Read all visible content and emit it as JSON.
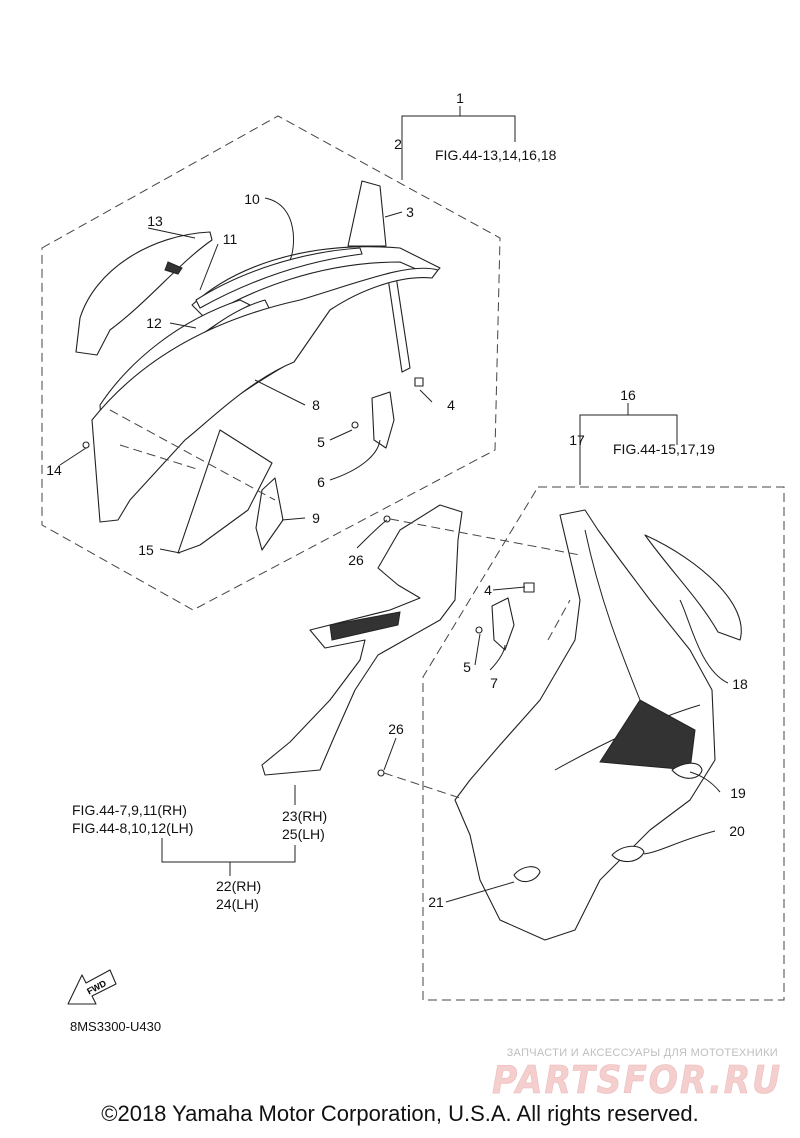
{
  "diagram": {
    "callouts": {
      "c1": "1",
      "c2": "2",
      "c3": "3",
      "c4a": "4",
      "c4b": "4",
      "c5a": "5",
      "c5b": "5",
      "c6": "6",
      "c7": "7",
      "c8": "8",
      "c9": "9",
      "c10": "10",
      "c11": "11",
      "c12": "12",
      "c13": "13",
      "c14": "14",
      "c15": "15",
      "c16": "16",
      "c17": "17",
      "c18": "18",
      "c19": "19",
      "c20": "20",
      "c21": "21",
      "c26a": "26",
      "c26b": "26"
    },
    "figure_refs": {
      "upper": "FIG.44-13,14,16,18",
      "lower": "FIG.44-15,17,19",
      "rh": "FIG.44-7,9,11(RH)",
      "lh": "FIG.44-8,10,12(LH)"
    },
    "side_labels": {
      "p23": "23(RH)",
      "p25": "25(LH)",
      "p22": "22(RH)",
      "p24": "24(LH)"
    },
    "fwd_badge": "FWD",
    "diagram_code": "8MS3300-U430"
  },
  "watermark": {
    "tagline": "ЗАПЧАСТИ И АКСЕССУАРЫ ДЛЯ МОТОТЕХНИКИ",
    "logo_text": "PARTSFOR.RU"
  },
  "footer": {
    "copyright": "©2018 Yamaha Motor Corporation, U.S.A. All rights reserved."
  },
  "colors": {
    "line": "#222222",
    "watermark": "#f4c9c9",
    "background": "#ffffff"
  }
}
